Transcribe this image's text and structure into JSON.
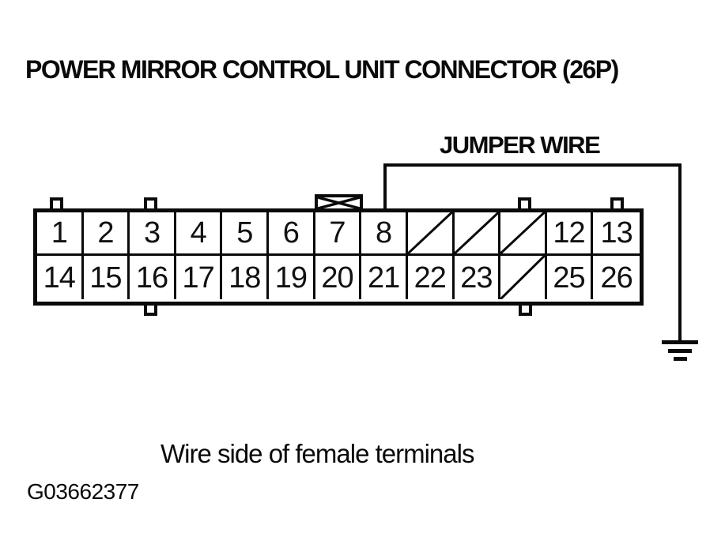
{
  "title": "POWER MIRROR CONTROL UNIT CONNECTOR (26P)",
  "jumper": {
    "label": "JUMPER WIRE"
  },
  "caption": "Wire side of female terminals",
  "figure_id": "G03662377",
  "connector": {
    "pin_count": 26,
    "rows": [
      {
        "cells": [
          {
            "pin": "1"
          },
          {
            "pin": "2"
          },
          {
            "pin": "3"
          },
          {
            "pin": "4"
          },
          {
            "pin": "5"
          },
          {
            "pin": "6"
          },
          {
            "pin": "7"
          },
          {
            "pin": "8"
          },
          {
            "blocked": true
          },
          {
            "blocked": true
          },
          {
            "blocked": true
          },
          {
            "pin": "12"
          },
          {
            "pin": "13"
          }
        ]
      },
      {
        "cells": [
          {
            "pin": "14"
          },
          {
            "pin": "15"
          },
          {
            "pin": "16"
          },
          {
            "pin": "17"
          },
          {
            "pin": "18"
          },
          {
            "pin": "19"
          },
          {
            "pin": "20"
          },
          {
            "pin": "21"
          },
          {
            "pin": "22"
          },
          {
            "pin": "23"
          },
          {
            "blocked": true
          },
          {
            "pin": "25"
          },
          {
            "pin": "26"
          }
        ]
      }
    ]
  },
  "icons": {
    "ground": "ground-symbol",
    "key": "connector-key-crossed-box",
    "blocked_cell": "diagonal-slash"
  },
  "colors": {
    "ink": "#0a0a0a",
    "background": "#ffffff"
  }
}
